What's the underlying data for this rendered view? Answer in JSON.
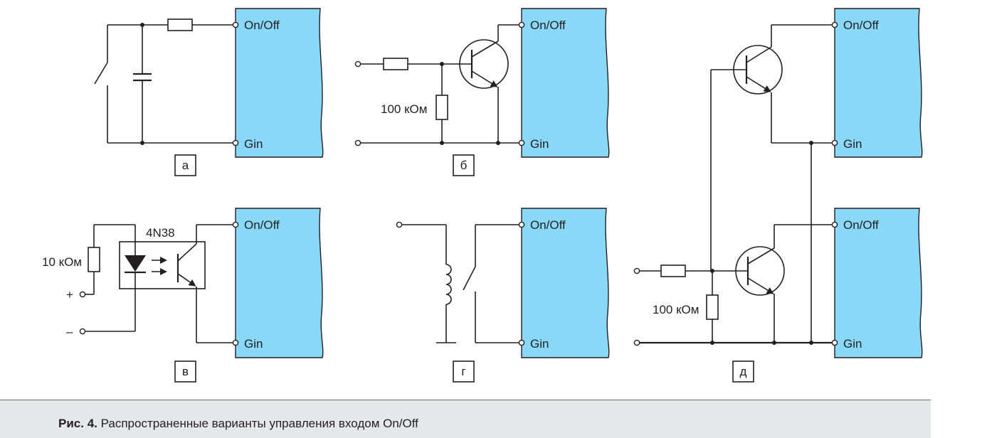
{
  "labels": {
    "on_off": "On/Off",
    "gin": "Gin",
    "r_100k": "100 кОм",
    "r_10k": "10 кОм",
    "optocoupler": "4N38",
    "plus": "+",
    "minus": "–"
  },
  "panels": {
    "a": "а",
    "b": "б",
    "v": "в",
    "g": "г",
    "d": "д"
  },
  "caption": {
    "prefix": "Рис. 4.",
    "text": " Распространенные варианты управления входом On/Off"
  },
  "colors": {
    "block_fill": "#8ad8f7",
    "caption_bg": "#e6e7e8",
    "line": "#231f20"
  }
}
